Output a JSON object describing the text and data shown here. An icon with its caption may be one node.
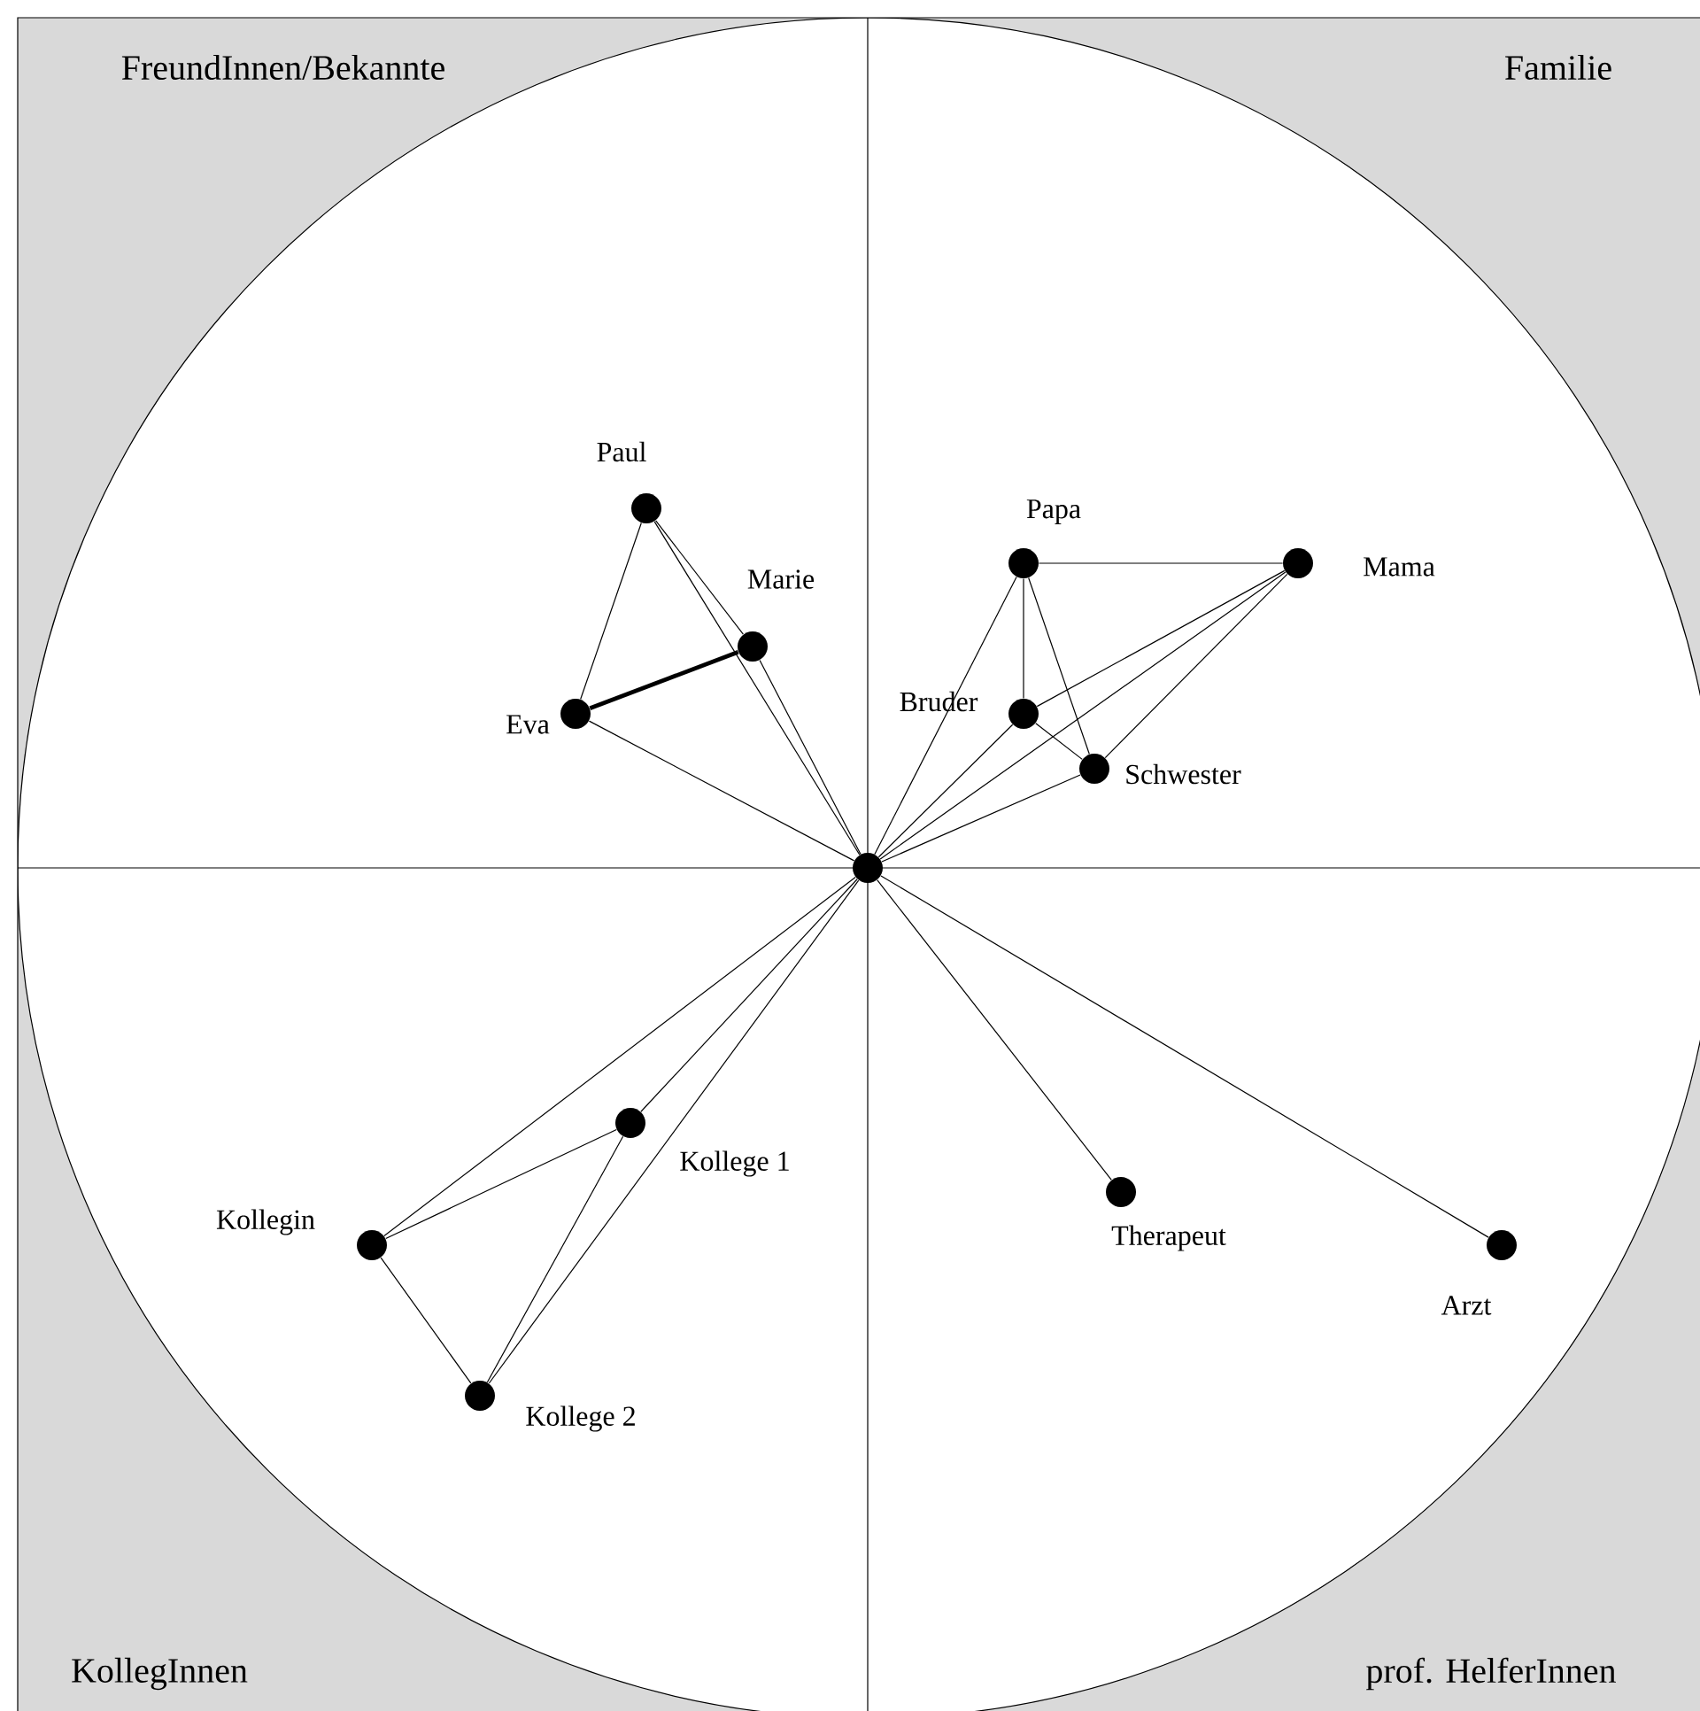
{
  "diagram": {
    "nodes": [
      {
        "text": [],
        "shape": "circle"
      },
      {
        "text": [],
        "shape": "circle",
        "beside": [
          "Paul"
        ]
      },
      {
        "text": [],
        "shape": "circle",
        "beside": [
          "Marie"
        ]
      },
      {
        "text": [],
        "shape": "circle",
        "beside": [
          "Eva"
        ]
      },
      {
        "text": [],
        "shape": "circle",
        "beside": [
          "Papa"
        ]
      },
      {
        "text": [],
        "shape": "circle",
        "beside": [
          "Mama"
        ]
      },
      {
        "text": [],
        "shape": "circle",
        "beside": [
          "Bruder"
        ]
      },
      {
        "text": [],
        "shape": "circle",
        "beside": [
          "Schwester"
        ]
      },
      {
        "text": [],
        "shape": "circle",
        "beside": [
          "Kollege 1"
        ]
      },
      {
        "text": [],
        "shape": "circle",
        "beside": [
          "Kollegin"
        ]
      },
      {
        "text": [],
        "shape": "circle",
        "beside": [
          "Kollege 2"
        ]
      },
      {
        "text": [],
        "shape": "circle",
        "beside": [
          "Therapeut"
        ]
      },
      {
        "text": [],
        "shape": "circle",
        "beside": [
          "Arzt"
        ]
      }
    ],
    "edges": [
      {
        "from": 1,
        "to": 3,
        "arrow": "none"
      },
      {
        "from": 1,
        "to": 2,
        "arrow": "none"
      },
      {
        "from": 1,
        "to": 0,
        "arrow": "none"
      },
      {
        "from": 3,
        "to": 2,
        "arrow": "none",
        "style": "thick"
      },
      {
        "from": 2,
        "to": 0,
        "arrow": "none"
      },
      {
        "from": 3,
        "to": 0,
        "arrow": "none"
      },
      {
        "from": 4,
        "to": 5,
        "arrow": "none"
      },
      {
        "from": 4,
        "to": 6,
        "arrow": "none"
      },
      {
        "from": 4,
        "to": 7,
        "arrow": "none"
      },
      {
        "from": 4,
        "to": 0,
        "arrow": "none"
      },
      {
        "from": 5,
        "to": 6,
        "arrow": "none"
      },
      {
        "from": 5,
        "to": 7,
        "arrow": "none"
      },
      {
        "from": 5,
        "to": 0,
        "arrow": "none"
      },
      {
        "from": 6,
        "to": 7,
        "arrow": "none"
      },
      {
        "from": 6,
        "to": 0,
        "arrow": "none"
      },
      {
        "from": 7,
        "to": 0,
        "arrow": "none"
      },
      {
        "from": 8,
        "to": 0,
        "arrow": "none"
      },
      {
        "from": 9,
        "to": 0,
        "arrow": "none"
      },
      {
        "from": 9,
        "to": 8,
        "arrow": "none"
      },
      {
        "from": 9,
        "to": 10,
        "arrow": "none"
      },
      {
        "from": 10,
        "to": 8,
        "arrow": "none"
      },
      {
        "from": 10,
        "to": 0,
        "arrow": "none"
      },
      {
        "from": 11,
        "to": 0,
        "arrow": "none"
      },
      {
        "from": 12,
        "to": 0,
        "arrow": "none"
      }
    ],
    "labels": [
      "FreundInnen/Bekannte",
      "Familie",
      "KollegInnen",
      "prof. HelferInnen"
    ]
  }
}
